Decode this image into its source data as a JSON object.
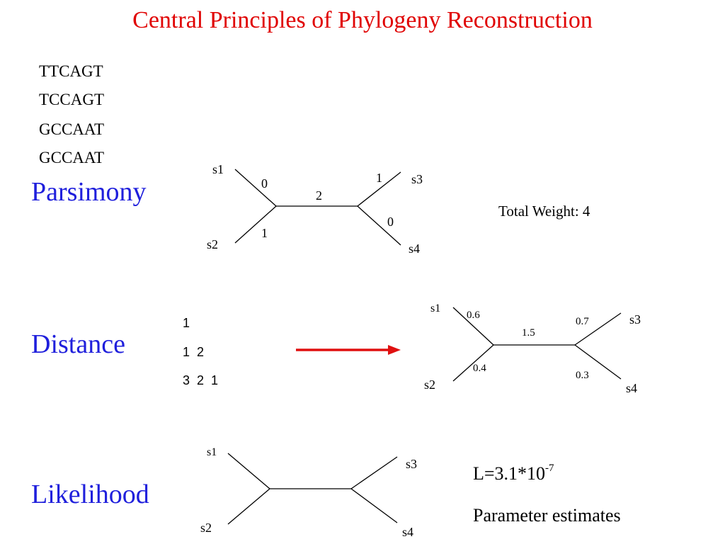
{
  "title": "Central Principles of Phylogeny Reconstruction",
  "sequences": [
    "TTCAGT",
    "TCCAGT",
    "GCCAAT",
    "GCCAAT"
  ],
  "parsimony": {
    "heading": "Parsimony",
    "taxa": {
      "s1": "s1",
      "s2": "s2",
      "s3": "s3",
      "s4": "s4"
    },
    "branch_weights": {
      "s1": "0",
      "s2": "1",
      "internal": "2",
      "s3": "1",
      "s4": "0"
    },
    "total_weight": "Total Weight: 4"
  },
  "distance": {
    "heading": "Distance",
    "matrix_rows": [
      "1",
      "1  2",
      "3  2  1"
    ],
    "arrow_color": "#e01010",
    "taxa": {
      "s1": "s1",
      "s2": "s2",
      "s3": "s3",
      "s4": "s4"
    },
    "branch_lengths": {
      "s1": "0.6",
      "s2": "0.4",
      "internal": "1.5",
      "s3": "0.7",
      "s4": "0.3"
    }
  },
  "likelihood": {
    "heading": "Likelihood",
    "taxa": {
      "s1": "s1",
      "s2": "s2",
      "s3": "s3",
      "s4": "s4"
    },
    "likelihood_base": "L=3.1*10",
    "likelihood_exponent": "-7",
    "parameter_text": "Parameter estimates"
  },
  "colors": {
    "title": "#e00000",
    "method_heading": "#1f1fdc"
  }
}
